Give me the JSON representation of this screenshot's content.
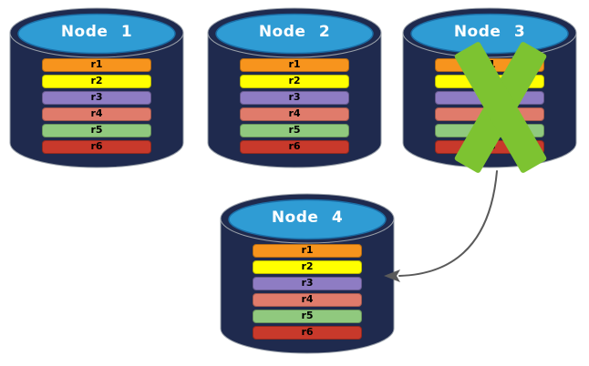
{
  "diagram": {
    "colors": {
      "background": "#FFFFFF",
      "cylinder_body": "#1F2A4E",
      "cylinder_top": "#2F9CD4",
      "cylinder_top_outline": "#1B6FA8",
      "cylinder_outline": "#9AA1AA",
      "x_mark": "#7DC331",
      "arrow": "#5A5A5A",
      "node_label_text": "#FFFFFF",
      "row_text": "#000000"
    },
    "nodes": [
      {
        "id": "node-1",
        "label": "Node 1",
        "failed": false,
        "rows": [
          {
            "label": "r1",
            "color": "#F7941D"
          },
          {
            "label": "r2",
            "color": "#FFFF00"
          },
          {
            "label": "r3",
            "color": "#8E7CC3"
          },
          {
            "label": "r4",
            "color": "#E07B6B"
          },
          {
            "label": "r5",
            "color": "#90C97E"
          },
          {
            "label": "r6",
            "color": "#C8392B"
          }
        ]
      },
      {
        "id": "node-2",
        "label": "Node 2",
        "failed": false,
        "rows": [
          {
            "label": "r1",
            "color": "#F7941D"
          },
          {
            "label": "r2",
            "color": "#FFFF00"
          },
          {
            "label": "r3",
            "color": "#8E7CC3"
          },
          {
            "label": "r4",
            "color": "#E07B6B"
          },
          {
            "label": "r5",
            "color": "#90C97E"
          },
          {
            "label": "r6",
            "color": "#C8392B"
          }
        ]
      },
      {
        "id": "node-3",
        "label": "Node 3",
        "failed": true,
        "rows": [
          {
            "label": "r1",
            "color": "#F7941D"
          },
          {
            "label": "r2",
            "color": "#FFFF00"
          },
          {
            "label": "r3",
            "color": "#8E7CC3"
          },
          {
            "label": "r4",
            "color": "#E07B6B"
          },
          {
            "label": "r5",
            "color": "#90C97E"
          },
          {
            "label": "r6",
            "color": "#C8392B"
          }
        ]
      },
      {
        "id": "node-4",
        "label": "Node 4",
        "failed": false,
        "rows": [
          {
            "label": "r1",
            "color": "#F7941D"
          },
          {
            "label": "r2",
            "color": "#FFFF00"
          },
          {
            "label": "r3",
            "color": "#8E7CC3"
          },
          {
            "label": "r4",
            "color": "#E07B6B"
          },
          {
            "label": "r5",
            "color": "#90C97E"
          },
          {
            "label": "r6",
            "color": "#C8392B"
          }
        ]
      }
    ],
    "arrow": {
      "from": "Node 3",
      "to": "Node 4"
    }
  }
}
